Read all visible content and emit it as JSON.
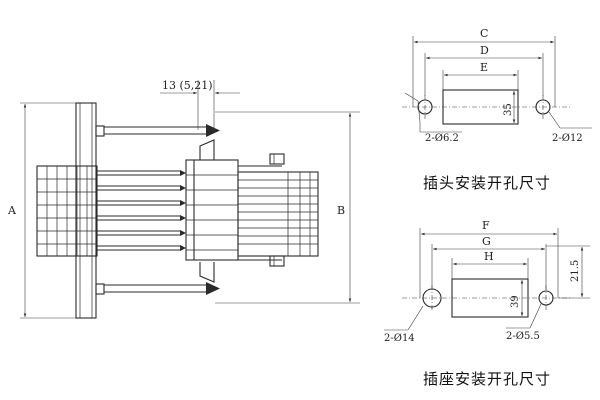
{
  "side_view": {
    "dim_a": "A",
    "dim_b": "B",
    "dim_offset": "13 (5,21)"
  },
  "plug_cutout": {
    "dim_c": "C",
    "dim_d": "D",
    "dim_e": "E",
    "dim_height": "35",
    "dim_small_hole": "2-Ø6.2",
    "dim_large_hole": "2-Ø12",
    "caption": "插头安装开孔尺寸"
  },
  "socket_cutout": {
    "dim_f": "F",
    "dim_g": "G",
    "dim_h": "H",
    "dim_height": "39",
    "dim_side": "21.5",
    "dim_large_hole": "2-Ø14",
    "dim_small_hole": "2-Ø5.5",
    "caption": "插座安装开孔尺寸"
  }
}
